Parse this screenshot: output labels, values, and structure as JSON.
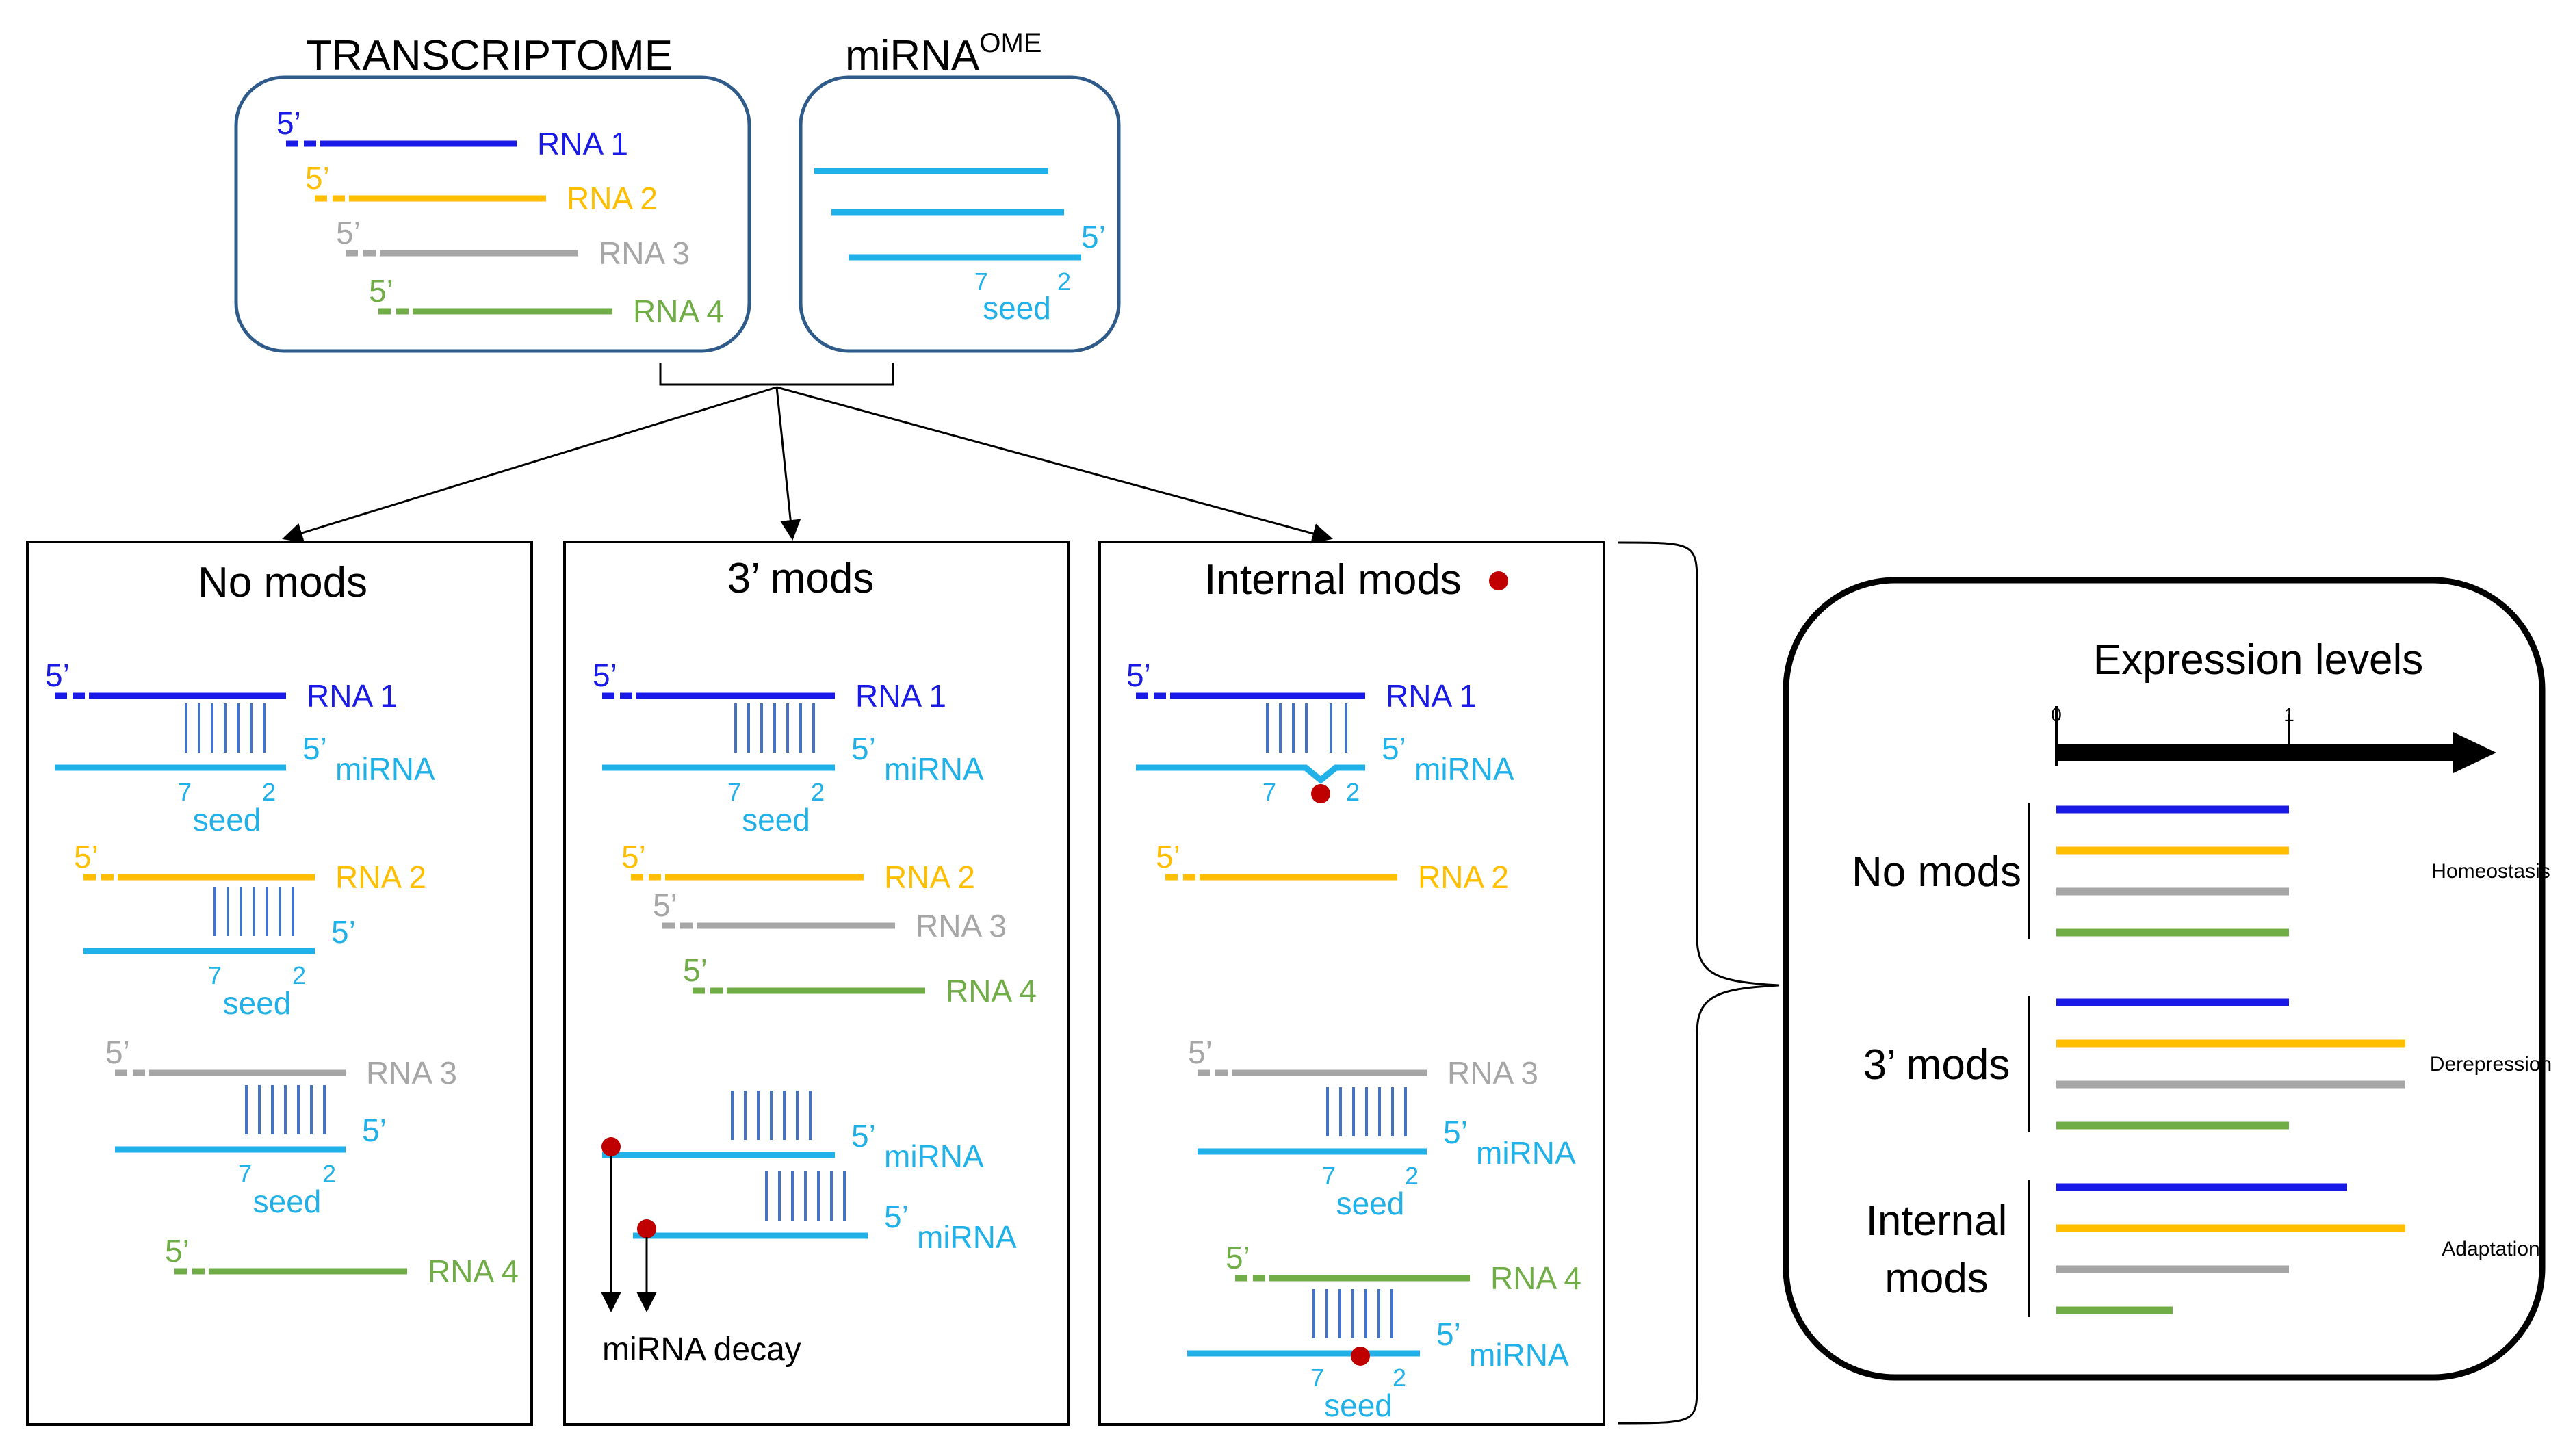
{
  "colors": {
    "rna1": "#1a1ae6",
    "rna2": "#ffbf00",
    "rna3": "#a6a6a6",
    "rna4": "#70ad47",
    "mirna": "#1fb1e8",
    "pair": "#4472c4",
    "mod": "#c00000",
    "box_top": "#2e5b8a",
    "ink": "#000000"
  },
  "labels": {
    "five_prime": "5’",
    "seed": "seed",
    "pos7": "7",
    "pos2": "2",
    "mirna": "miRNA",
    "rna1": "RNA 1",
    "rna2": "RNA 2",
    "rna3": "RNA 3",
    "rna4": "RNA 4"
  },
  "top": {
    "transcriptome_title": "TRANSCRIPTOME",
    "mirnaome_title": "miRNA",
    "mirnaome_sup": "OME"
  },
  "panels": {
    "no_mods_title": "No mods",
    "three_mods_title": "3’ mods",
    "internal_mods_title": "Internal mods",
    "decay_label": "miRNA decay"
  },
  "expression": {
    "title": "Expression levels",
    "tick0": "0",
    "tick1": "1",
    "groups": [
      {
        "label_lines": [
          "No mods"
        ],
        "state": "Homeostasis",
        "levels": {
          "rna1": 1.0,
          "rna2": 1.0,
          "rna3": 1.0,
          "rna4": 1.0
        }
      },
      {
        "label_lines": [
          "3’ mods"
        ],
        "state": "Derepression",
        "levels": {
          "rna1": 1.0,
          "rna2": 1.5,
          "rna3": 1.5,
          "rna4": 1.0
        }
      },
      {
        "label_lines": [
          "Internal",
          "mods"
        ],
        "state": "Adaptation",
        "levels": {
          "rna1": 1.25,
          "rna2": 1.5,
          "rna3": 1.0,
          "rna4": 0.5
        }
      }
    ]
  }
}
